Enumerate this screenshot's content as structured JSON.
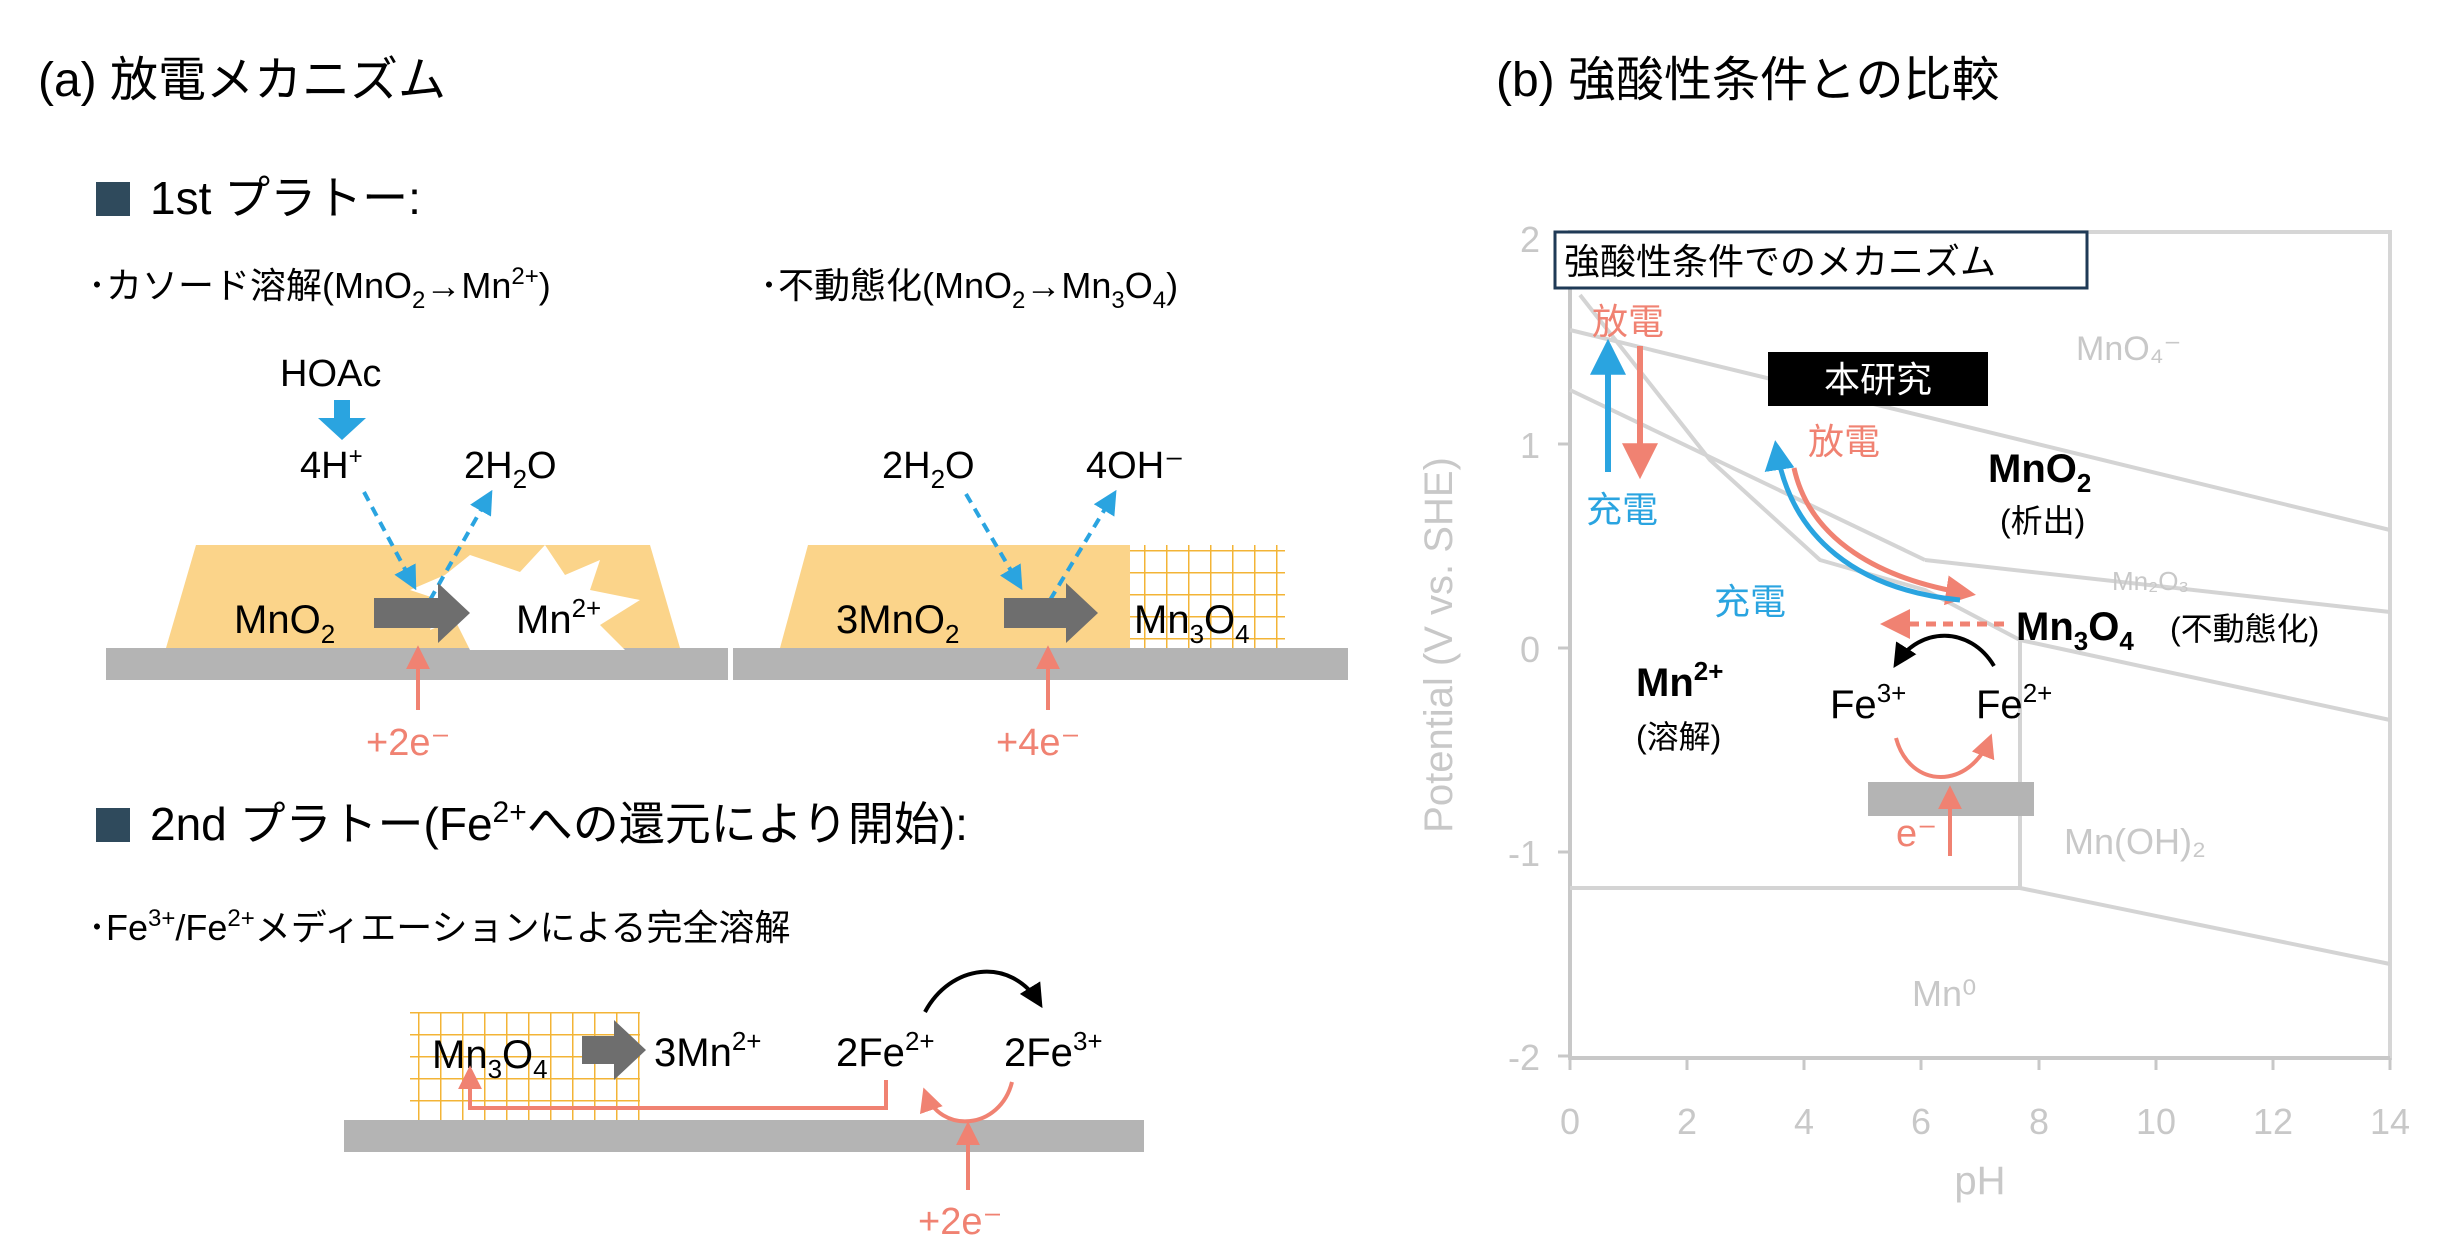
{
  "panel_a": {
    "title": "(a) 放電メカニズム",
    "plateau1": {
      "heading": "1st プラトー:",
      "left_caption": "･カソード溶解(MnO",
      "left_caption_sub": "2",
      "left_caption_mid": "→Mn",
      "left_caption_sup": "2+",
      "left_caption_end": ")",
      "right_caption": "･不動態化(MnO",
      "right_caption_sub1": "2",
      "right_caption_mid": "→Mn",
      "right_caption_sub2": "3",
      "right_caption_mid2": "O",
      "right_caption_sub3": "4",
      "right_caption_end": ")",
      "left": {
        "hoac": "HOAc",
        "h_plus": "4H",
        "h_plus_sup": "+",
        "water": "2H",
        "water_sub": "2",
        "water_end": "O",
        "mno2": "MnO",
        "mno2_sub": "2",
        "mn2": "Mn",
        "mn2_sup": "2+",
        "electrons": "+2e⁻"
      },
      "right": {
        "water": "2H",
        "water_sub": "2",
        "water_end": "O",
        "oh": "4OH⁻",
        "mno2": "3MnO",
        "mno2_sub": "2",
        "mn3o4": "Mn",
        "mn3o4_sub1": "3",
        "mn3o4_mid": "O",
        "mn3o4_sub2": "4",
        "electrons": "+4e⁻"
      }
    },
    "plateau2": {
      "heading_start": "2nd プラトー(Fe",
      "heading_sup": "2+",
      "heading_end": "への還元により開始):",
      "caption_start": "･Fe",
      "caption_sup1": "3+",
      "caption_mid": "/Fe",
      "caption_sup2": "2+",
      "caption_end": "メディエーションによる完全溶解",
      "mn3o4": "Mn",
      "mn3o4_sub1": "3",
      "mn3o4_mid": "O",
      "mn3o4_sub2": "4",
      "mn2": "3Mn",
      "mn2_sup": "2+",
      "fe2": "2Fe",
      "fe2_sup": "2+",
      "fe3": "2Fe",
      "fe3_sup": "3+",
      "electrons": "+2e⁻"
    }
  },
  "panel_b": {
    "title": "(b) 強酸性条件との比較",
    "legend_box": "強酸性条件でのメカニズム",
    "left_discharge": "放電",
    "left_charge": "充電",
    "this_work": "本研究",
    "discharge": "放電",
    "charge": "充電",
    "mno2": "MnO",
    "mno2_sub": "2",
    "mno2_note": "(析出)",
    "mn3o4": "Mn",
    "mn3o4_sub1": "3",
    "mn3o4_mid": "O",
    "mn3o4_sub2": "4",
    "mn3o4_note": "(不動態化)",
    "mn2": "Mn",
    "mn2_sup": "2+",
    "mn2_note": "(溶解)",
    "fe3": "Fe",
    "fe3_sup": "3+",
    "fe2": "Fe",
    "fe2_sup": "2+",
    "electron": "e⁻",
    "region_mno4": "MnO₄⁻",
    "region_mn2o3": "Mn₂O₃",
    "region_mnoh2": "Mn(OH)₂",
    "region_mn0": "Mn⁰",
    "axis": {
      "ylabel": "Potential (V vs. SHE)",
      "xlabel": "pH",
      "xticks": [
        "0",
        "2",
        "4",
        "6",
        "8",
        "10",
        "12",
        "14"
      ],
      "yticks": [
        "2",
        "1",
        "0",
        "-1",
        "-2"
      ]
    }
  },
  "colors": {
    "orange_fill": "#fbd48a",
    "grid_orange": "#f3b436",
    "red_arrow": "#f08272",
    "blue_arrow": "#2aa4e0",
    "grey_arrow": "#6e6e6e",
    "heading_square": "#2f4a5c",
    "axis_grey": "#c8c8c8"
  }
}
